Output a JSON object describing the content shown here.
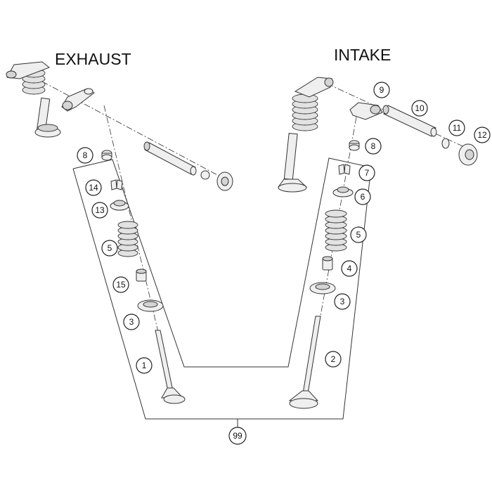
{
  "titles": {
    "exhaust": "EXHAUST",
    "intake": "INTAKE"
  },
  "callouts": {
    "c1": "1",
    "c2": "2",
    "c3_left": "3",
    "c3_right": "3",
    "c4": "4",
    "c5_left": "5",
    "c5_right": "5",
    "c6": "6",
    "c7": "7",
    "c8_left": "8",
    "c8_right": "8",
    "c9": "9",
    "c10": "10",
    "c11": "11",
    "c12": "12",
    "c13": "13",
    "c14": "14",
    "c15": "15",
    "c99": "99"
  }
}
